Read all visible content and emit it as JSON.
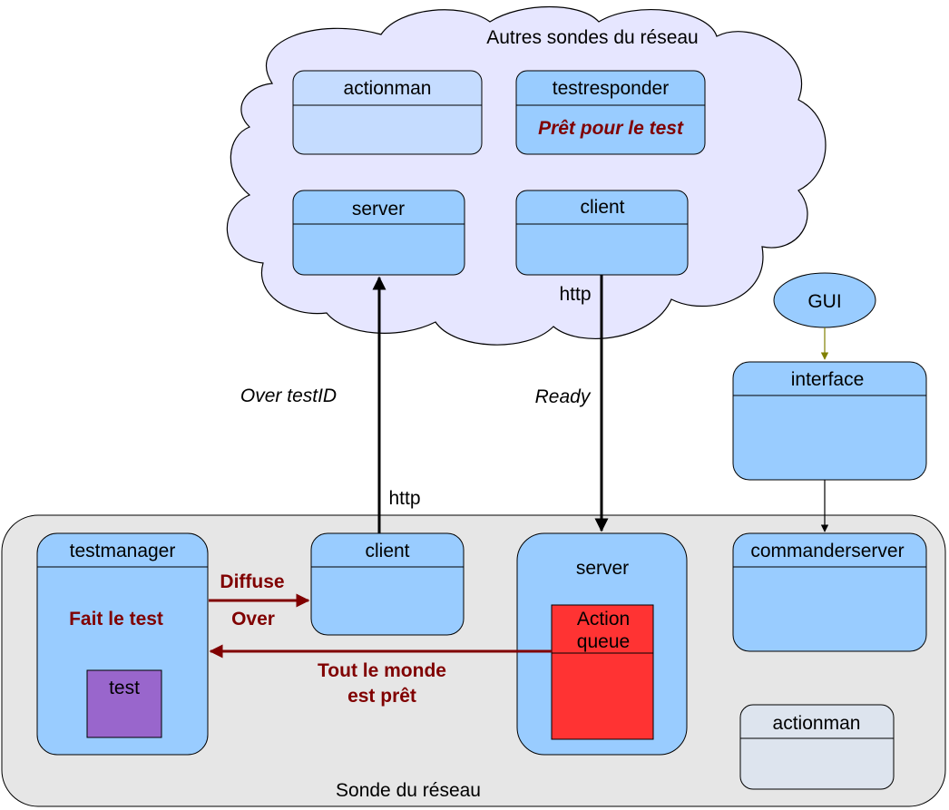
{
  "cloud": {
    "title": "Autres sondes du réseau",
    "actionman": {
      "title": "actionman"
    },
    "testresponder": {
      "title": "testresponder",
      "status": "Prêt pour le test"
    },
    "server": {
      "title": "server"
    },
    "client": {
      "title": "client",
      "protocol": "http"
    }
  },
  "links": {
    "over_testid": "Over testID",
    "ready": "Ready",
    "http_up": "http"
  },
  "gui": {
    "node": "GUI",
    "interface": {
      "title": "interface"
    }
  },
  "probe": {
    "caption": "Sonde du réseau",
    "testmanager": {
      "title": "testmanager",
      "status": "Fait le test",
      "test": "test"
    },
    "client": {
      "title": "client"
    },
    "server": {
      "title": "server",
      "queue_line1": "Action",
      "queue_line2": "queue"
    },
    "commanderserver": {
      "title": "commanderserver"
    },
    "actionman": {
      "title": "actionman"
    },
    "diffuse_line1": "Diffuse",
    "diffuse_line2": "Over",
    "ready_line1": "Tout le monde",
    "ready_line2": "est prêt"
  },
  "colors": {
    "box_blue": "#99ccff",
    "box_light_blue": "#c5dcff",
    "cloud_fill": "#e6e6ff",
    "probe_fill": "#e6e6e6",
    "queue_red": "#ff3333",
    "test_purple": "#9966cc",
    "actionman_grey": "#dde4ee",
    "dark_red": "#800000",
    "olive": "#808000"
  }
}
